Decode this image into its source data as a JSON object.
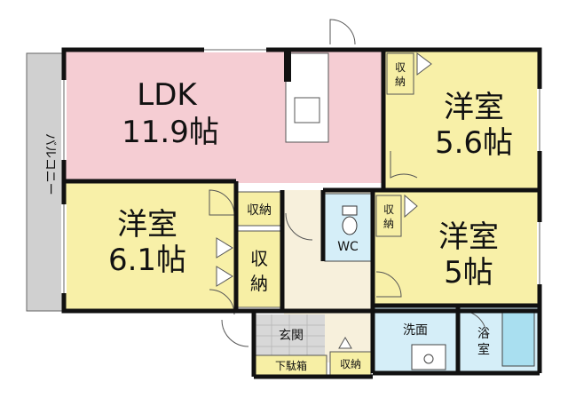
{
  "rooms": {
    "ldk": {
      "name": "LDK",
      "size": "11.9帖"
    },
    "western_ne": {
      "name": "洋室",
      "size": "5.6帖"
    },
    "western_w": {
      "name": "洋室",
      "size": "6.1帖"
    },
    "western_e": {
      "name": "洋室",
      "size": "5帖"
    }
  },
  "labels": {
    "balcony": "バルコニー",
    "storage": "収納",
    "storage_large_top": "収",
    "storage_large_bottom": "納",
    "storage_v_top": "収",
    "storage_v_bottom": "納",
    "wc": "WC",
    "entrance": "玄関",
    "shoe_box": "下駄箱",
    "washroom": "洗面",
    "bath_top": "浴",
    "bath_bottom": "室"
  },
  "colors": {
    "ldk": "#f5cdd3",
    "western": "#f8f0a8",
    "storage": "#f7efa5",
    "hall": "#f7f0dc",
    "entrance": "#d8d8d8",
    "balcony": "#d0d0d0",
    "water": "#d5eef8",
    "wall": "#111111"
  }
}
